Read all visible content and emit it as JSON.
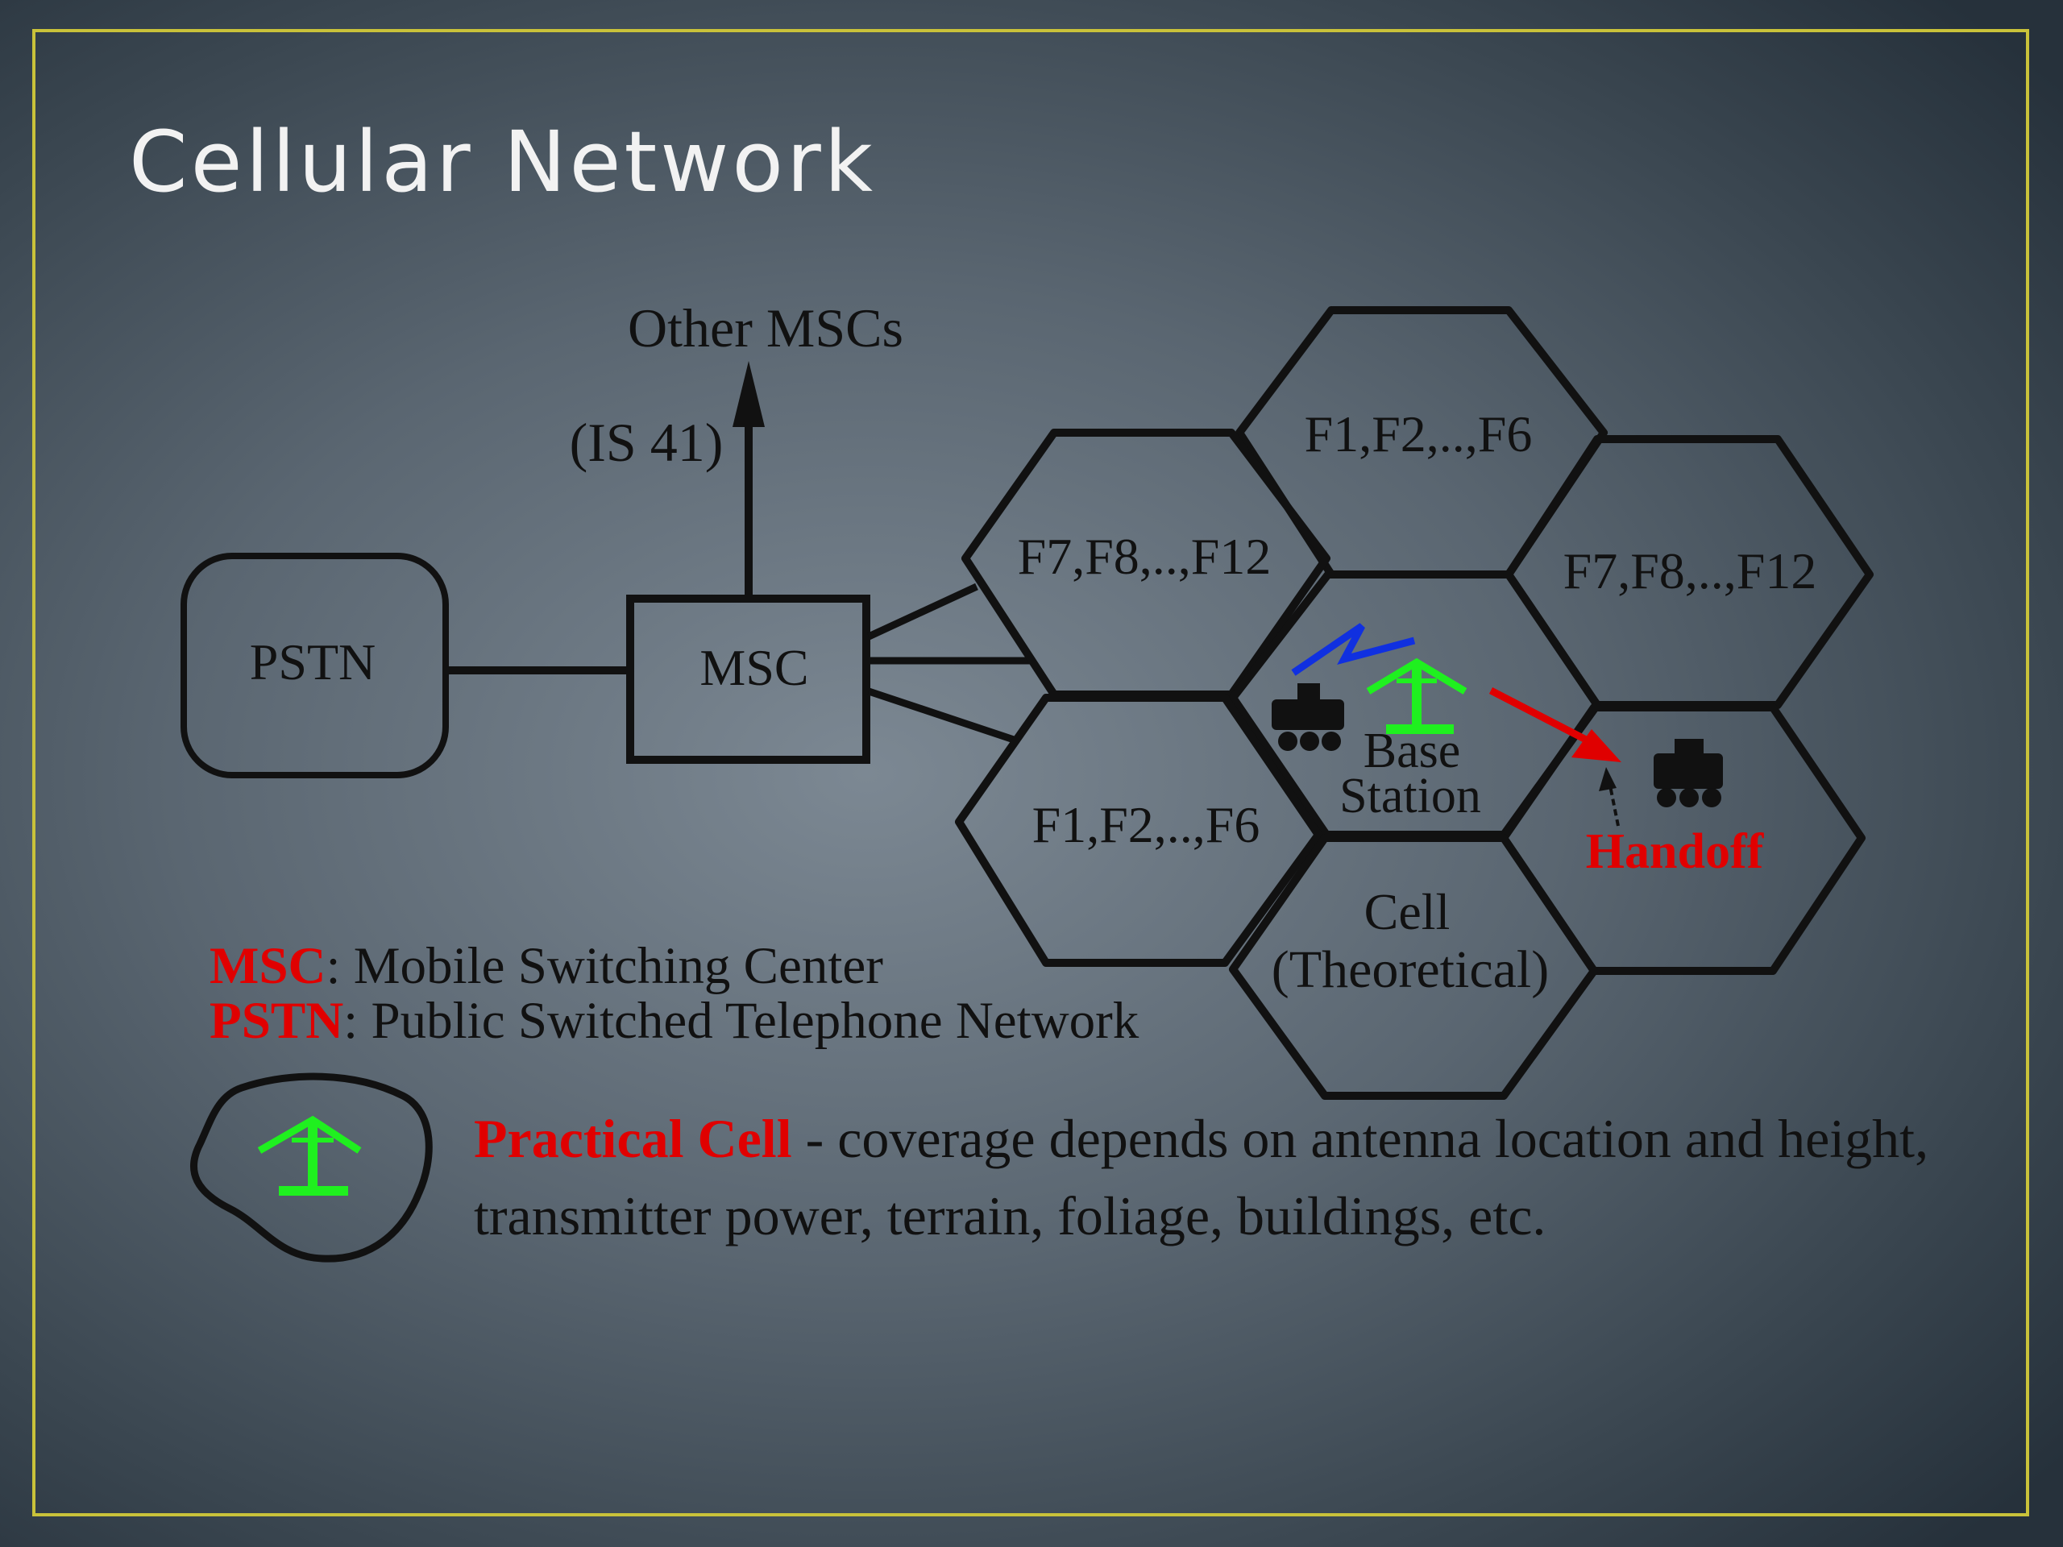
{
  "title": "Cellular Network",
  "diagram": {
    "pstn_label": "PSTN",
    "msc_label": "MSC",
    "other_mscs_label": "Other MSCs",
    "is41_label": "(IS 41)",
    "cells": [
      {
        "id": "top",
        "label": "F1,F2,..,F6"
      },
      {
        "id": "upper-left",
        "label": "F7,F8,..,F12"
      },
      {
        "id": "upper-right",
        "label": "F7,F8,..,F12"
      },
      {
        "id": "lower-left",
        "label": "F1,F2,..,F6"
      }
    ],
    "base_station_line1": "Base",
    "base_station_line2": "Station",
    "cell_line1": "Cell",
    "cell_line2": "(Theoretical)",
    "handoff_label": "Handoff"
  },
  "legend": {
    "msc_abbr": "MSC",
    "msc_def": ": Mobile Switching Center",
    "pstn_abbr": "PSTN",
    "pstn_def": ": Public Switched Telephone Network"
  },
  "practical_cell": {
    "term": "Practical Cell",
    "description": " - coverage depends on antenna location and height, transmitter power, terrain, foliage, buildings, etc."
  },
  "colors": {
    "frame_border": "#c9c23a",
    "title_text": "#f2f2f2",
    "highlight_red": "#e00000",
    "antenna_green": "#1ff01f",
    "signal_blue": "#1030e0"
  }
}
